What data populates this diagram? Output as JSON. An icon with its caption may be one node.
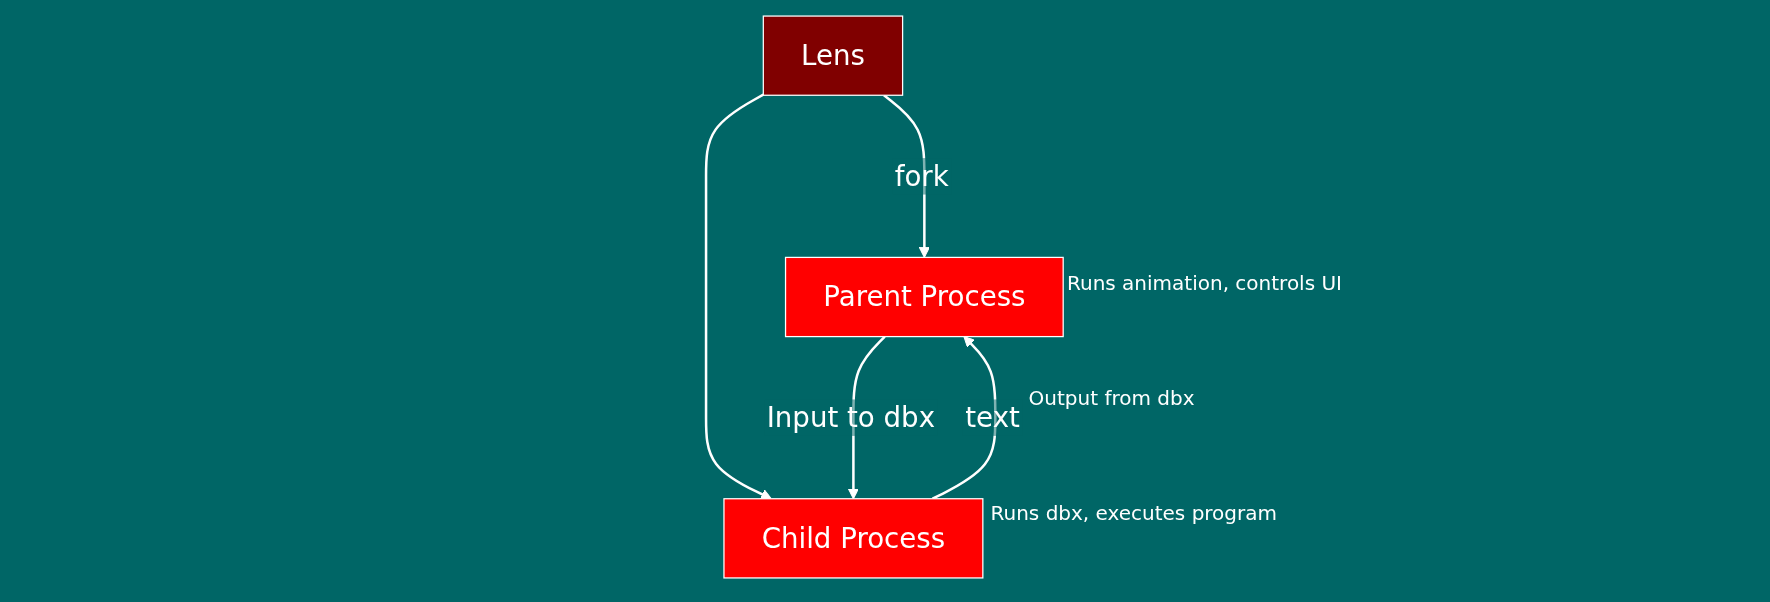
{
  "diagram": {
    "nodes": [
      {
        "text": [
          "Lens"
        ]
      },
      {
        "text": [
          "Parent Process"
        ],
        "beside": [
          "Runs animation, controls UI"
        ]
      },
      {
        "text": [
          "Child Process"
        ],
        "beside": [
          "Runs dbx, executes program"
        ]
      }
    ],
    "edges": [
      {
        "from": 0,
        "to": 1,
        "arrow": "to",
        "label": "fork"
      },
      {
        "from": 0,
        "to": 2,
        "arrow": "to"
      },
      {
        "from": 1,
        "to": 2,
        "arrow": "to",
        "label": "Input to dbx"
      },
      {
        "from": 2,
        "to": 1,
        "arrow": "to",
        "label": "text"
      }
    ],
    "labels": [
      "Output from dbx"
    ]
  }
}
